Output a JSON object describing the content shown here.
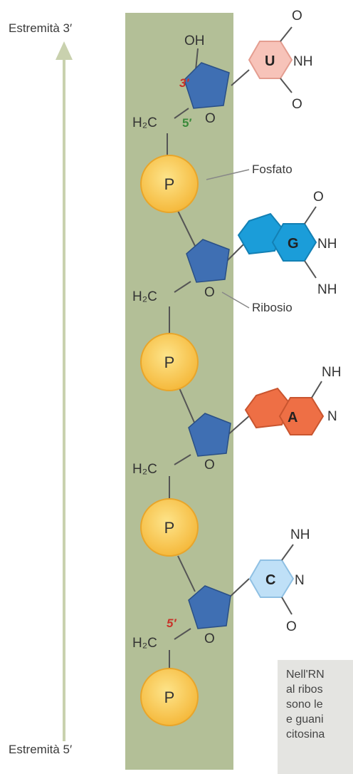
{
  "ends": {
    "top": "Estremità 3′",
    "bottom": "Estremità 5′"
  },
  "labels": {
    "phosphate": "Fosfato",
    "ribose": "Ribosio"
  },
  "phosphate_symbol": "P",
  "sugar": {
    "hydroxyl": "OH",
    "ring_oxygen": "O",
    "carbon5_group": "H₂C",
    "carbon3_label": "3′",
    "carbon5_label": "5′"
  },
  "bases": [
    {
      "letter": "U",
      "groups": [
        "O",
        "NH",
        "O"
      ],
      "color": "#f7c3b9"
    },
    {
      "letter": "G",
      "groups": [
        "O",
        "NH",
        "NH"
      ],
      "color": "#1b9dd9"
    },
    {
      "letter": "A",
      "groups": [
        "NH",
        "N"
      ],
      "color": "#ee6f45"
    },
    {
      "letter": "C",
      "groups": [
        "NH",
        "N",
        "O"
      ],
      "color": "#bfe0f7"
    }
  ],
  "caption_lines": [
    "Nell'RN",
    "al ribos",
    "sono le",
    "e guani",
    "citosina"
  ],
  "colors": {
    "backbone_band": "#b3bf97",
    "phosphate_fill": "#f8c24b",
    "phosphate_stroke": "#e8a52a",
    "sugar_fill": "#3f6fb3",
    "arrow": "#c9d1ae",
    "carbon3_label": "#c8332a",
    "carbon5_label_top": "#3a8a3a",
    "carbon5_label_bottom": "#c8332a"
  }
}
